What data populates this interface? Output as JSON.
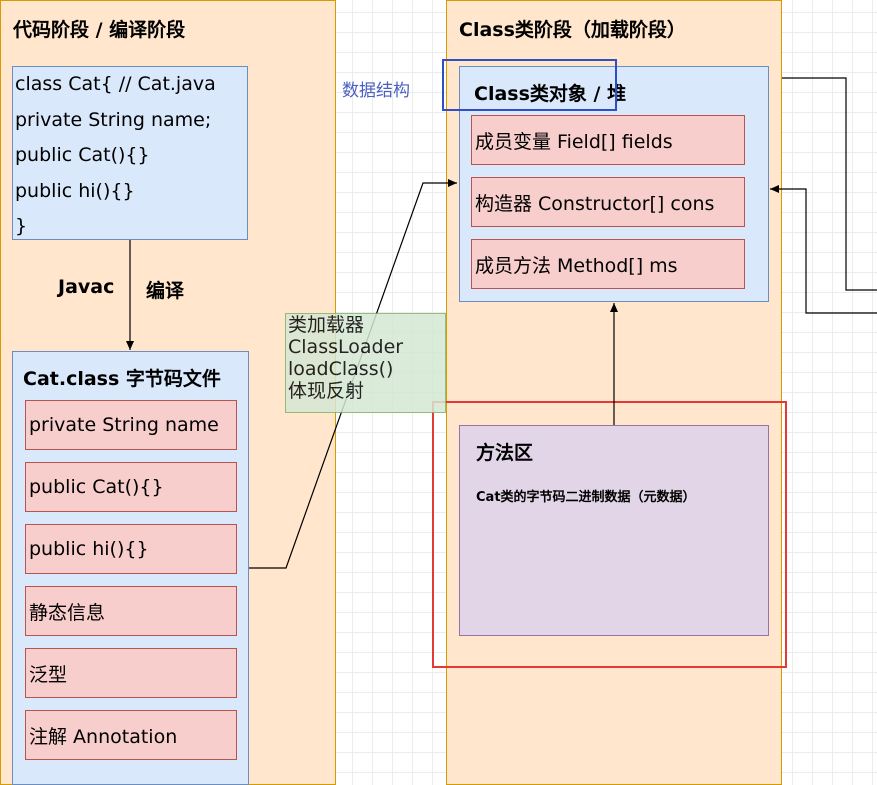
{
  "lanes": {
    "code": {
      "title": "代码阶段 / 编译阶段"
    },
    "class": {
      "title": "Class类阶段（加载阶段）"
    }
  },
  "source": {
    "lines": [
      "class Cat{ // Cat.java",
      "private String name;",
      "public Cat(){}",
      "public hi(){}",
      "}"
    ]
  },
  "compile_label": {
    "javac": "Javac",
    "compile": "编译"
  },
  "bytecode": {
    "title": "Cat.class 字节码文件",
    "items": [
      "private String name",
      "public Cat(){}",
      "public hi(){}",
      "静态信息",
      "泛型",
      "注解 Annotation"
    ]
  },
  "loader_note": {
    "lines": [
      "类加载器",
      "ClassLoader",
      "loadClass()",
      "体现反射"
    ]
  },
  "data_structure_label": "数据结构",
  "class_object": {
    "title": "Class类对象 / 堆",
    "items": [
      "成员变量 Field[] fields",
      "构造器 Constructor[] cons",
      "成员方法 Method[] ms"
    ]
  },
  "method_area": {
    "title": "方法区",
    "subtitle": "Cat类的字节码二进制数据（元数据）"
  },
  "colors": {
    "lane_fill": "#ffe6cc",
    "lane_stroke": "#d79b00",
    "blue_fill": "#dae8fc",
    "blue_stroke": "#6c8ebf",
    "red_fill": "#f8cecc",
    "red_stroke": "#b85450",
    "purple_fill": "#e1d5e7",
    "purple_stroke": "#9673a6",
    "note_fill": "#d5e8d4",
    "note_stroke": "#82b366",
    "highlight_red": "#e53935",
    "highlight_blue": "#2f4fc7",
    "label_blue": "#4a5fc1"
  }
}
